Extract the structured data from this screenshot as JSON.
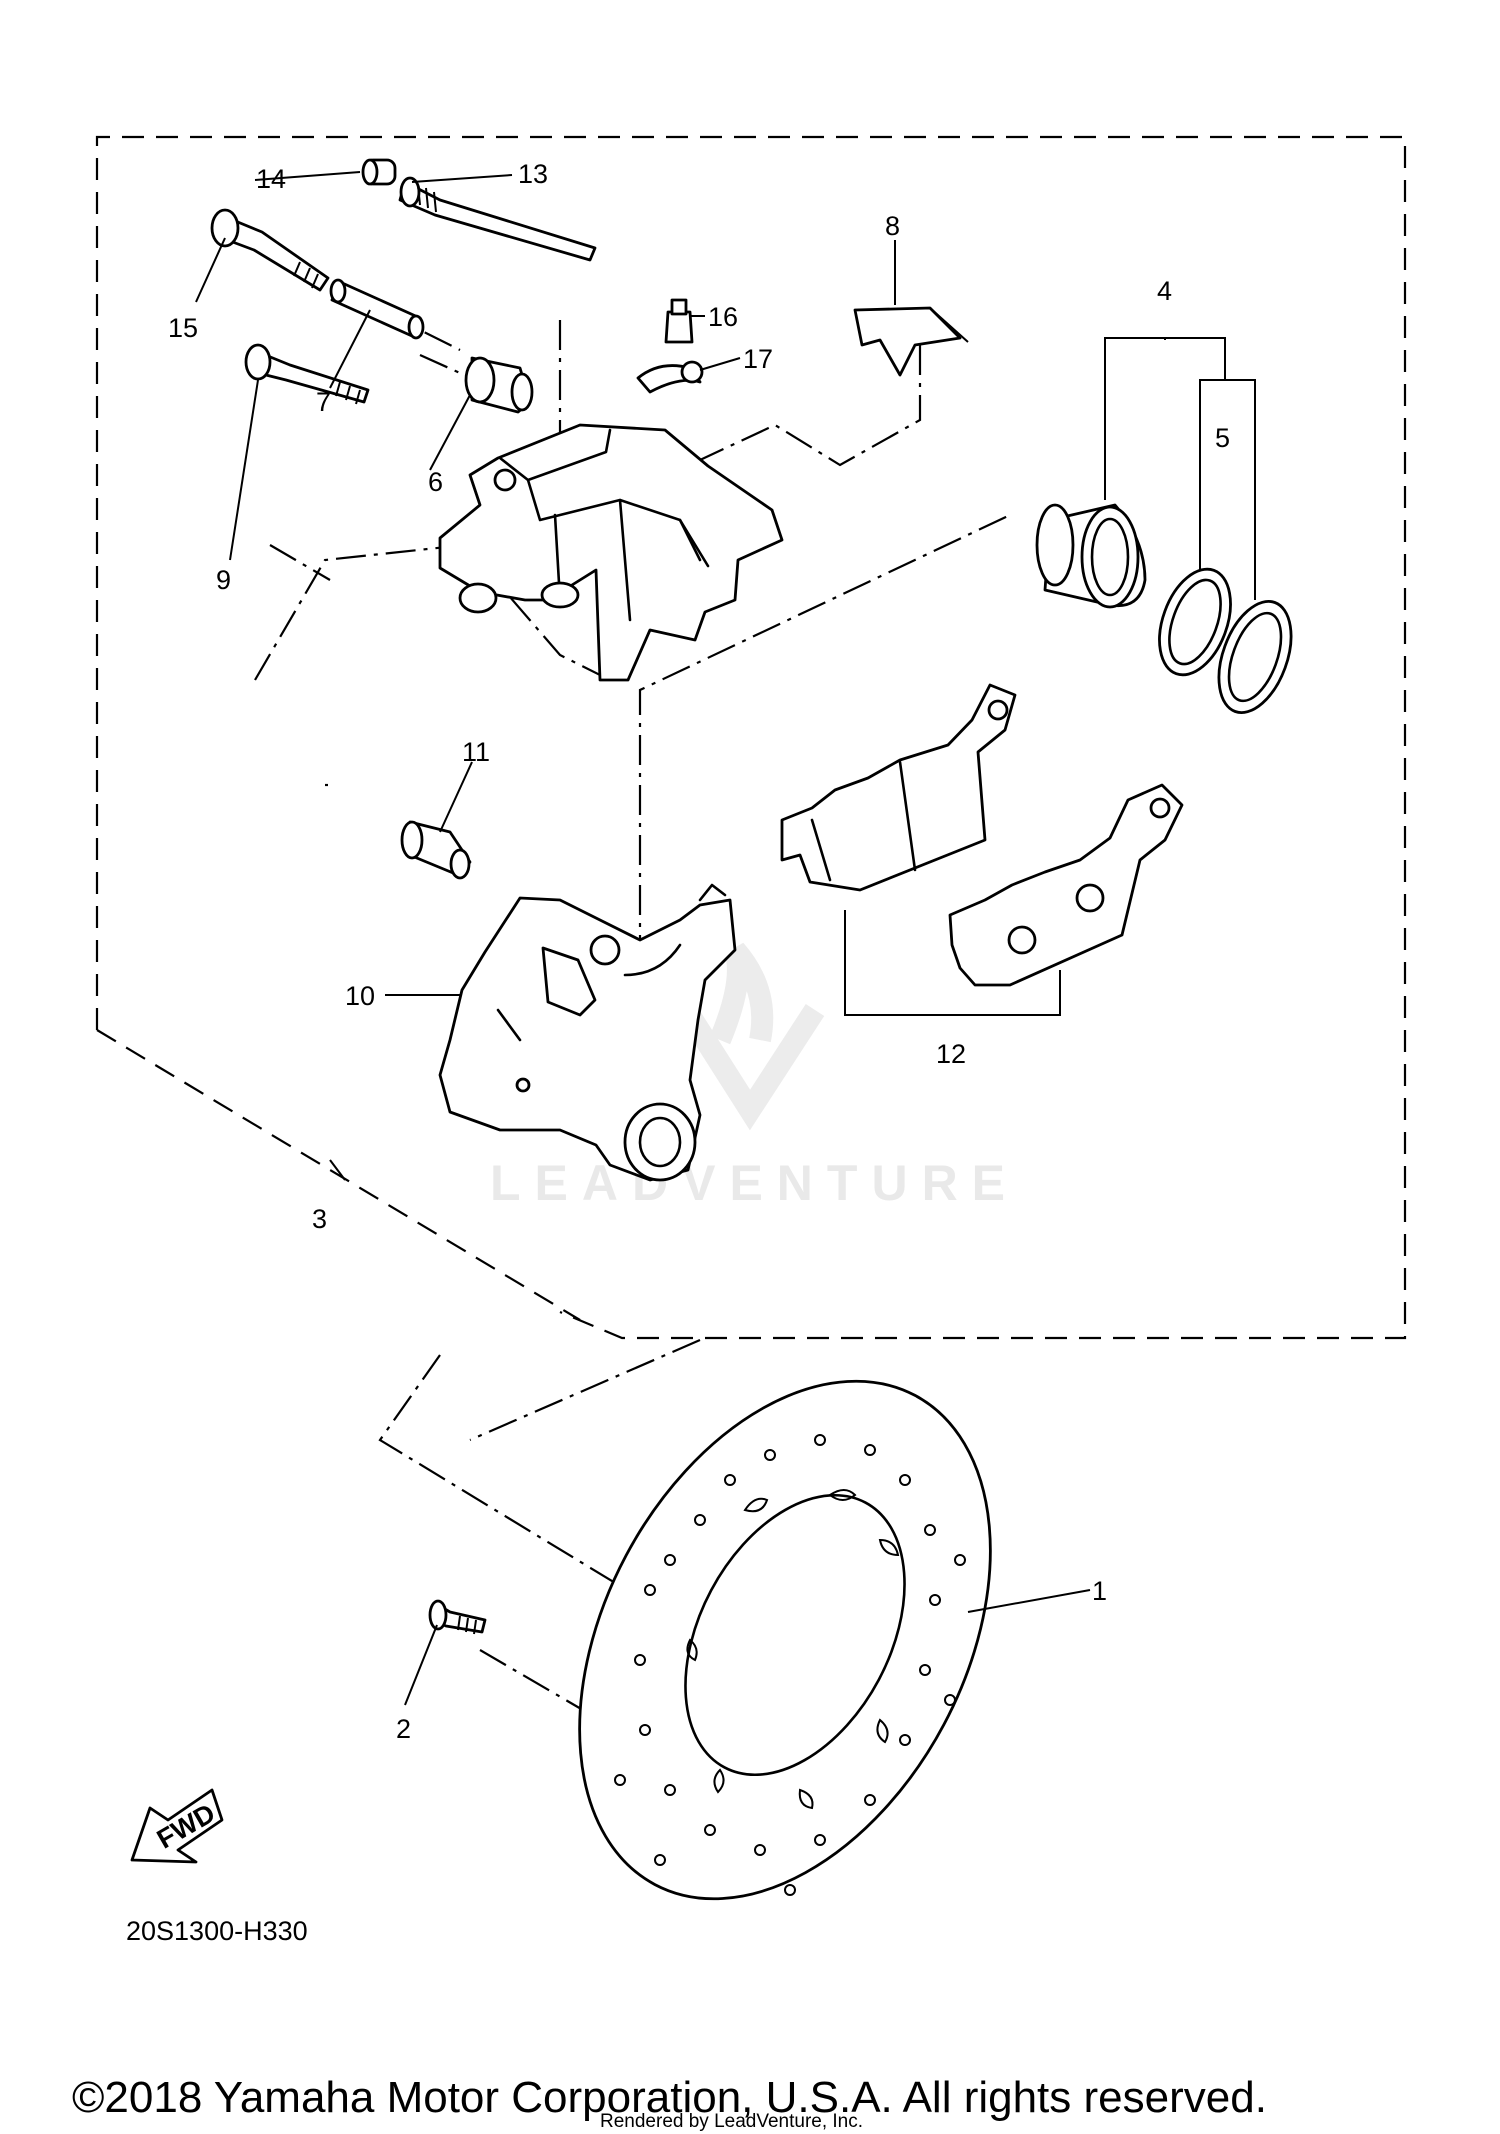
{
  "diagram": {
    "callouts": [
      "1",
      "2",
      "3",
      "4",
      "5",
      "6",
      "7",
      "8",
      "9",
      "10",
      "11",
      "12",
      "13",
      "14",
      "15",
      "16",
      "17"
    ],
    "diagram_code": "20S1300-H330",
    "fwd_label": "FWD",
    "watermark": "LEADVENTURE",
    "copyright": "©2018 Yamaha Motor Corporation, U.S.A. All rights reserved.",
    "rendered_by": "Rendered by LeadVenture, Inc."
  }
}
